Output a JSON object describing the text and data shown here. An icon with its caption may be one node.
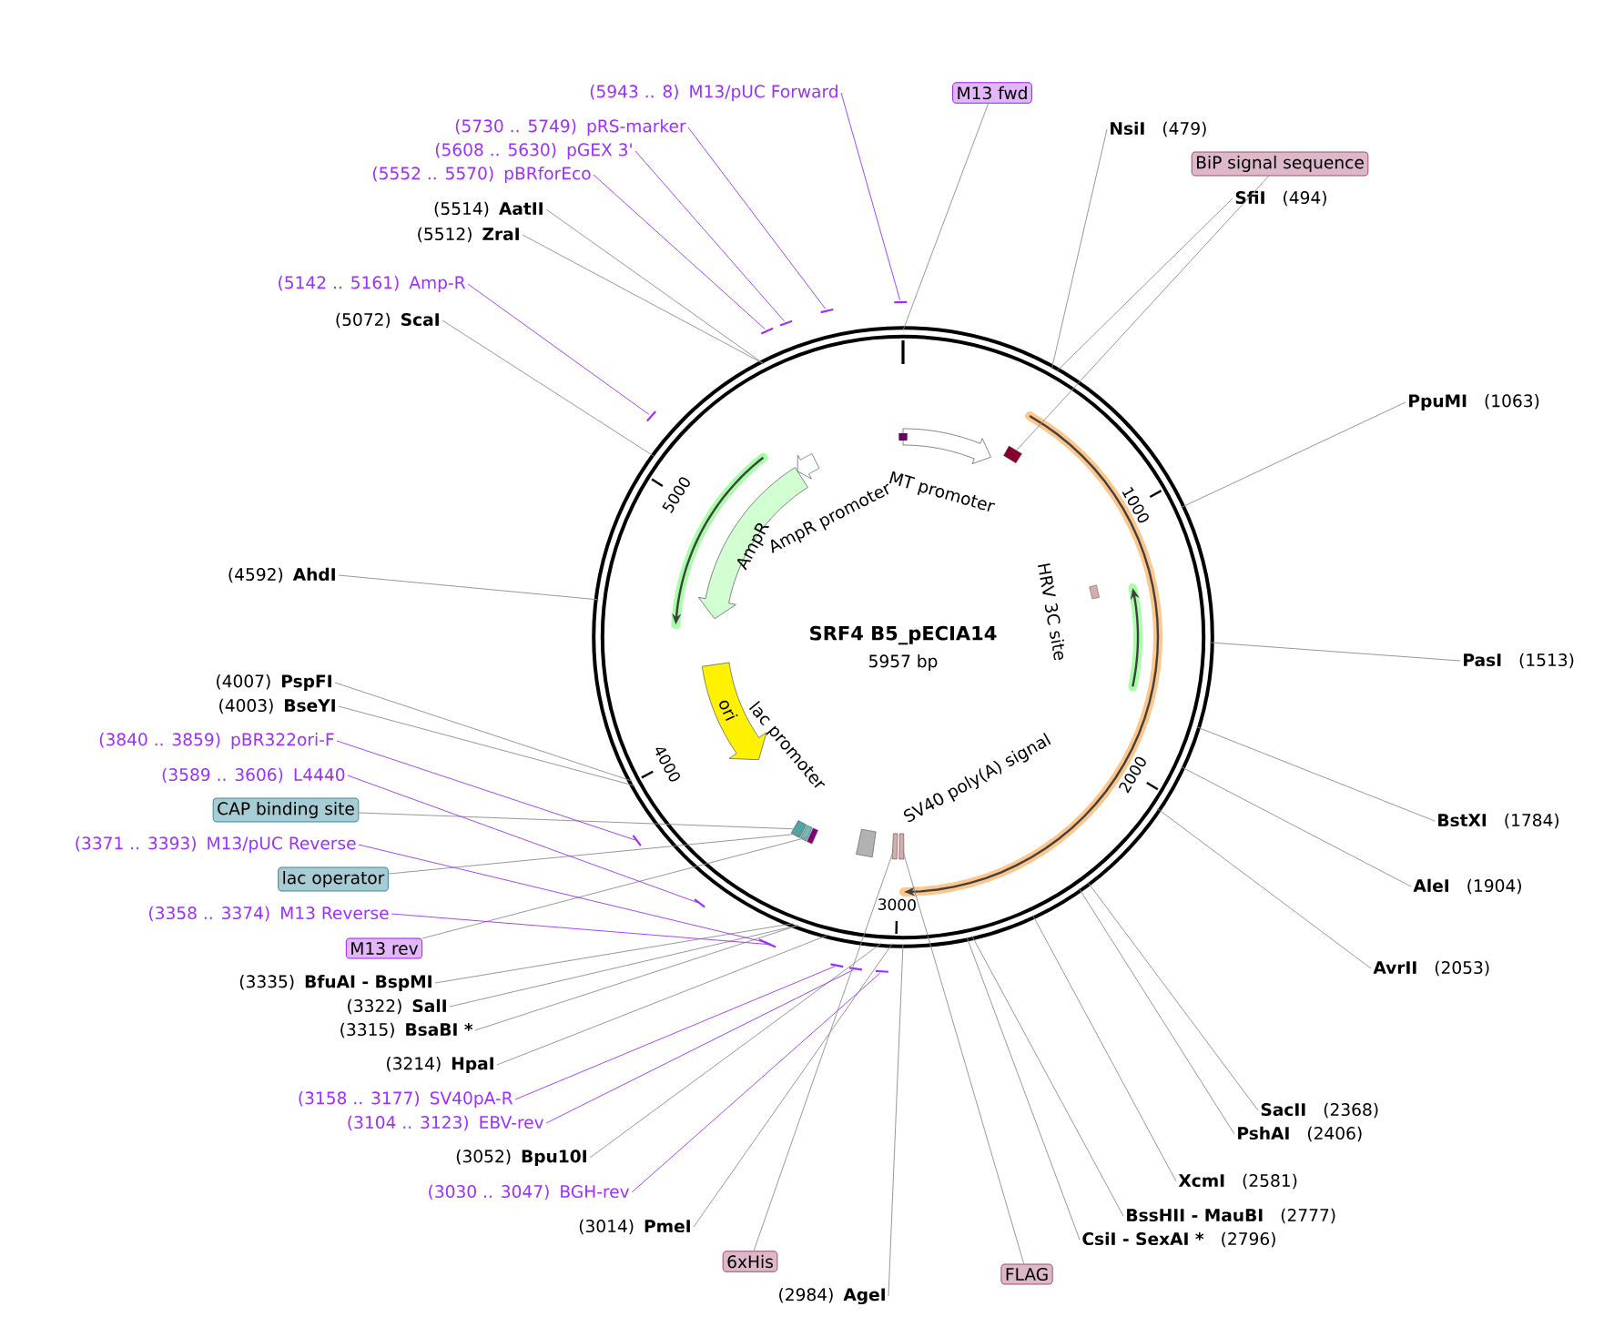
{
  "diagram": {
    "title": "SRF4 B5_pECIA14",
    "nodes": [
      {
        "text": [
          "(5943 .. 8)",
          "M13/pUC Forward"
        ]
      },
      {
        "text": [
          "M13 fwd"
        ]
      },
      {
        "text": [
          "NsiI",
          "(479)"
        ]
      },
      {
        "text": [
          "BiP signal sequence"
        ]
      },
      {
        "text": [
          "SfiI",
          "(494)"
        ]
      },
      {
        "text": [
          "PpuMI",
          "(1063)"
        ]
      },
      {
        "text": [
          "PasI",
          "(1513)"
        ]
      },
      {
        "text": [
          "BstXI",
          "(1784)"
        ]
      },
      {
        "text": [
          "AleI",
          "(1904)"
        ]
      },
      {
        "text": [
          "AvrII",
          "(2053)"
        ]
      },
      {
        "text": [
          "SacII",
          "(2368)"
        ]
      },
      {
        "text": [
          "PshAI",
          "(2406)"
        ]
      },
      {
        "text": [
          "XcmI",
          "(2581)"
        ]
      },
      {
        "text": [
          "BssHII - MauBI",
          "(2777)"
        ]
      },
      {
        "text": [
          "CsiI - SexAI *",
          "(2796)"
        ]
      },
      {
        "text": [
          "FLAG"
        ]
      },
      {
        "text": [
          "(2984)",
          "AgeI"
        ]
      },
      {
        "text": [
          "6xHis"
        ]
      },
      {
        "text": [
          "(3014)",
          "PmeI"
        ]
      },
      {
        "text": [
          "(3030 .. 3047)",
          "BGH-rev"
        ]
      },
      {
        "text": [
          "(3052)",
          "Bpu10I"
        ]
      },
      {
        "text": [
          "(3104 .. 3123)",
          "EBV-rev"
        ]
      },
      {
        "text": [
          "(3158 .. 3177)",
          "SV40pA-R"
        ]
      },
      {
        "text": [
          "(3214)",
          "HpaI"
        ]
      },
      {
        "text": [
          "(3315)",
          "BsaBI *"
        ]
      },
      {
        "text": [
          "(3322)",
          "SalI"
        ]
      },
      {
        "text": [
          "(3335)",
          "BfuAI - BspMI"
        ]
      },
      {
        "text": [
          "M13 rev"
        ]
      },
      {
        "text": [
          "(3358 .. 3374)",
          "M13 Reverse"
        ]
      },
      {
        "text": [
          "lac operator"
        ]
      },
      {
        "text": [
          "(3371 .. 3393)",
          "M13/pUC Reverse"
        ]
      },
      {
        "text": [
          "CAP binding site"
        ]
      },
      {
        "text": [
          "(3589 .. 3606)",
          "L4440"
        ]
      },
      {
        "text": [
          "(3840 .. 3859)",
          "pBR322ori-F"
        ]
      },
      {
        "text": [
          "(4003)",
          "BseYI"
        ]
      },
      {
        "text": [
          "(4007)",
          "PspFI"
        ]
      },
      {
        "text": [
          "(4592)",
          "AhdI"
        ]
      },
      {
        "text": [
          "(5072)",
          "ScaI"
        ]
      },
      {
        "text": [
          "(5142 .. 5161)",
          "Amp-R"
        ]
      },
      {
        "text": [
          "(5512)",
          "ZraI"
        ]
      },
      {
        "text": [
          "(5514)",
          "AatII"
        ]
      },
      {
        "text": [
          "(5552 .. 5570)",
          "pBRforEco"
        ]
      },
      {
        "text": [
          "(5608 .. 5630)",
          "pGEX 3'"
        ]
      },
      {
        "text": [
          "(5730 .. 5749)",
          "pRS-marker"
        ]
      },
      {
        "text": [
          "ori"
        ],
        "in": 45
      },
      {
        "text": [],
        "shape": "circle"
      },
      {
        "text": [],
        "shape": "bar",
        "in": 45
      },
      {
        "text": [],
        "shape": "bar",
        "in": 45
      },
      {
        "text": [],
        "shape": "bar",
        "in": 45
      },
      {
        "text": [],
        "shape": "bar",
        "in": 45
      },
      {
        "text": [],
        "shape": "bar",
        "in": 45
      },
      {
        "text": [],
        "shape": "bar",
        "in": 45
      },
      {
        "text": [],
        "shape": "bar"
      },
      {
        "text": [],
        "shape": "bar"
      },
      {
        "text": [],
        "shape": "bar"
      },
      {
        "text": [],
        "shape": "bar"
      },
      {
        "text": [],
        "shape": "bar"
      },
      {
        "text": [],
        "shape": "bar"
      },
      {
        "text": [],
        "shape": "bar"
      },
      {
        "text": [],
        "shape": "bar"
      },
      {
        "text": [],
        "shape": "bar"
      },
      {
        "text": [],
        "shape": "bar"
      },
      {
        "text": [],
        "shape": "bar"
      },
      {
        "text": [],
        "shape": "bar"
      }
    ],
    "edges": [
      {
        "from": 0,
        "to": 52,
        "arrow": "none",
        "color": "#9b30ff"
      },
      {
        "from": 1,
        "to": 45,
        "arrow": "none"
      },
      {
        "from": 2,
        "to": 45,
        "arrow": "none"
      },
      {
        "from": 3,
        "to": 46,
        "arrow": "none"
      },
      {
        "from": 4,
        "to": 45,
        "arrow": "none"
      },
      {
        "from": 5,
        "to": 45,
        "arrow": "none"
      },
      {
        "from": 6,
        "to": 45,
        "arrow": "none"
      },
      {
        "from": 7,
        "to": 45,
        "arrow": "none"
      },
      {
        "from": 8,
        "to": 45,
        "arrow": "none"
      },
      {
        "from": 9,
        "to": 45,
        "arrow": "none"
      },
      {
        "from": 10,
        "to": 45,
        "arrow": "none"
      },
      {
        "from": 11,
        "to": 45,
        "arrow": "none"
      },
      {
        "from": 12,
        "to": 45,
        "arrow": "none"
      },
      {
        "from": 13,
        "to": 45,
        "arrow": "none"
      },
      {
        "from": 14,
        "to": 45,
        "arrow": "none"
      },
      {
        "from": 15,
        "to": 51,
        "arrow": "none"
      },
      {
        "from": 16,
        "to": 45,
        "arrow": "none"
      },
      {
        "from": 17,
        "to": 50,
        "arrow": "none"
      },
      {
        "from": 18,
        "to": 45,
        "arrow": "none"
      },
      {
        "from": 19,
        "to": 53,
        "arrow": "none",
        "color": "#9b30ff"
      },
      {
        "from": 20,
        "to": 45,
        "arrow": "none"
      },
      {
        "from": 21,
        "to": 54,
        "arrow": "none",
        "color": "#9b30ff"
      },
      {
        "from": 22,
        "to": 55,
        "arrow": "none",
        "color": "#9b30ff"
      },
      {
        "from": 23,
        "to": 45,
        "arrow": "none"
      },
      {
        "from": 24,
        "to": 45,
        "arrow": "none"
      },
      {
        "from": 25,
        "to": 45,
        "arrow": "none"
      },
      {
        "from": 26,
        "to": 45,
        "arrow": "none"
      },
      {
        "from": 27,
        "to": 49,
        "arrow": "none"
      },
      {
        "from": 28,
        "to": 56,
        "arrow": "none",
        "color": "#9b30ff"
      },
      {
        "from": 29,
        "to": 48,
        "arrow": "none"
      },
      {
        "from": 30,
        "to": 57,
        "arrow": "none",
        "color": "#9b30ff"
      },
      {
        "from": 31,
        "to": 47,
        "arrow": "none"
      },
      {
        "from": 32,
        "to": 58,
        "arrow": "none",
        "color": "#9b30ff"
      },
      {
        "from": 33,
        "to": 59,
        "arrow": "none",
        "color": "#9b30ff"
      },
      {
        "from": 34,
        "to": 45,
        "arrow": "none"
      },
      {
        "from": 35,
        "to": 45,
        "arrow": "none"
      },
      {
        "from": 36,
        "to": 45,
        "arrow": "none"
      },
      {
        "from": 37,
        "to": 45,
        "arrow": "none"
      },
      {
        "from": 38,
        "to": 60,
        "arrow": "none",
        "color": "#9b30ff"
      },
      {
        "from": 39,
        "to": 45,
        "arrow": "none"
      },
      {
        "from": 40,
        "to": 45,
        "arrow": "none"
      },
      {
        "from": 41,
        "to": 61,
        "arrow": "none",
        "color": "#9b30ff"
      },
      {
        "from": 42,
        "to": 62,
        "arrow": "none",
        "color": "#9b30ff"
      },
      {
        "from": 43,
        "to": 63,
        "arrow": "none",
        "color": "#9b30ff"
      }
    ],
    "labels": [
      "MT promoter",
      "AmpR promoter",
      "AmpR",
      "HRV 3C site",
      "SV40 poly(A) signal",
      "lac promoter",
      "5957 bp",
      "1000",
      "2000",
      "3000",
      "4000",
      "5000"
    ]
  }
}
